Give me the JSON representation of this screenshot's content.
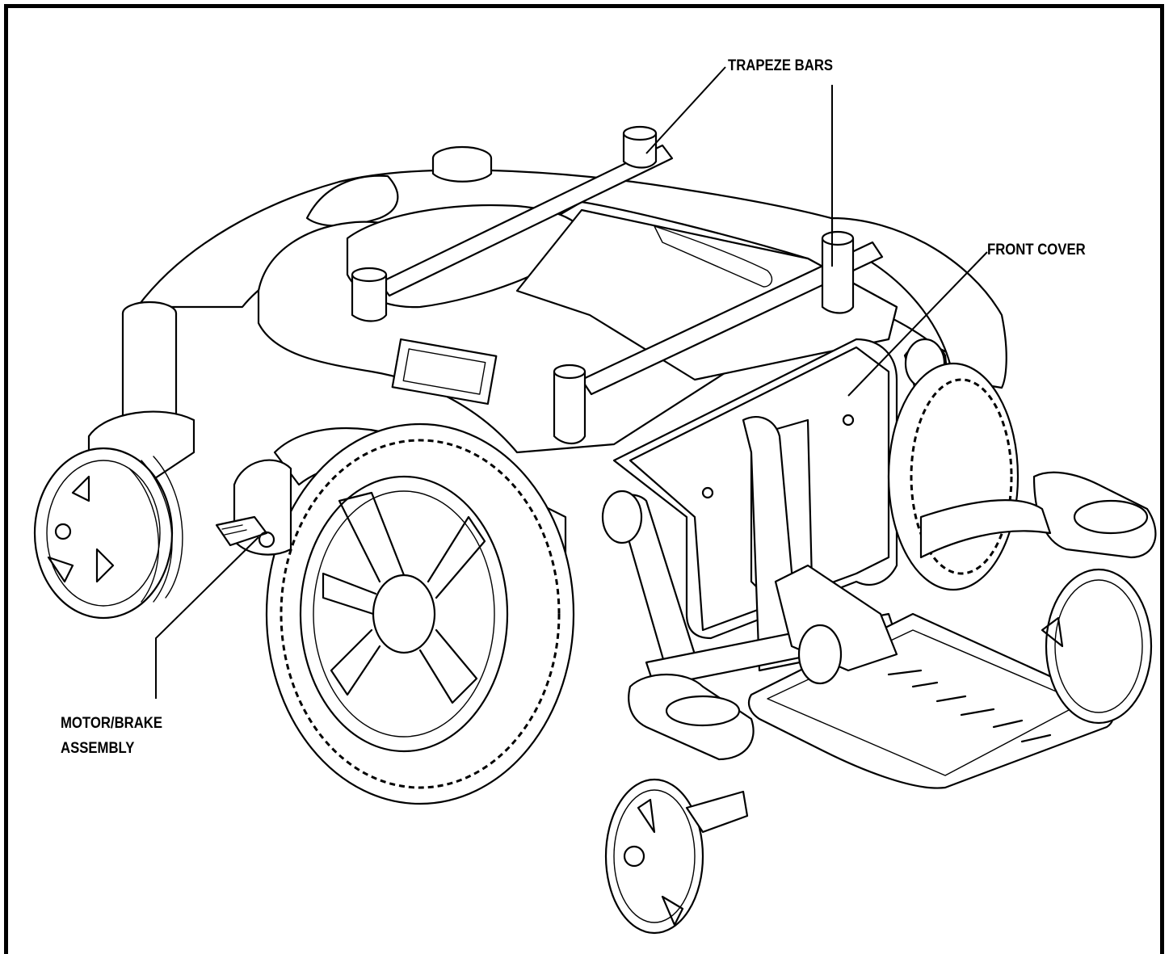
{
  "labels": {
    "trapeze_bars": "TRAPEZE BARS",
    "front_cover": "FRONT COVER",
    "motor_brake_line1": "MOTOR/BRAKE",
    "motor_brake_line2": "ASSEMBLY"
  }
}
